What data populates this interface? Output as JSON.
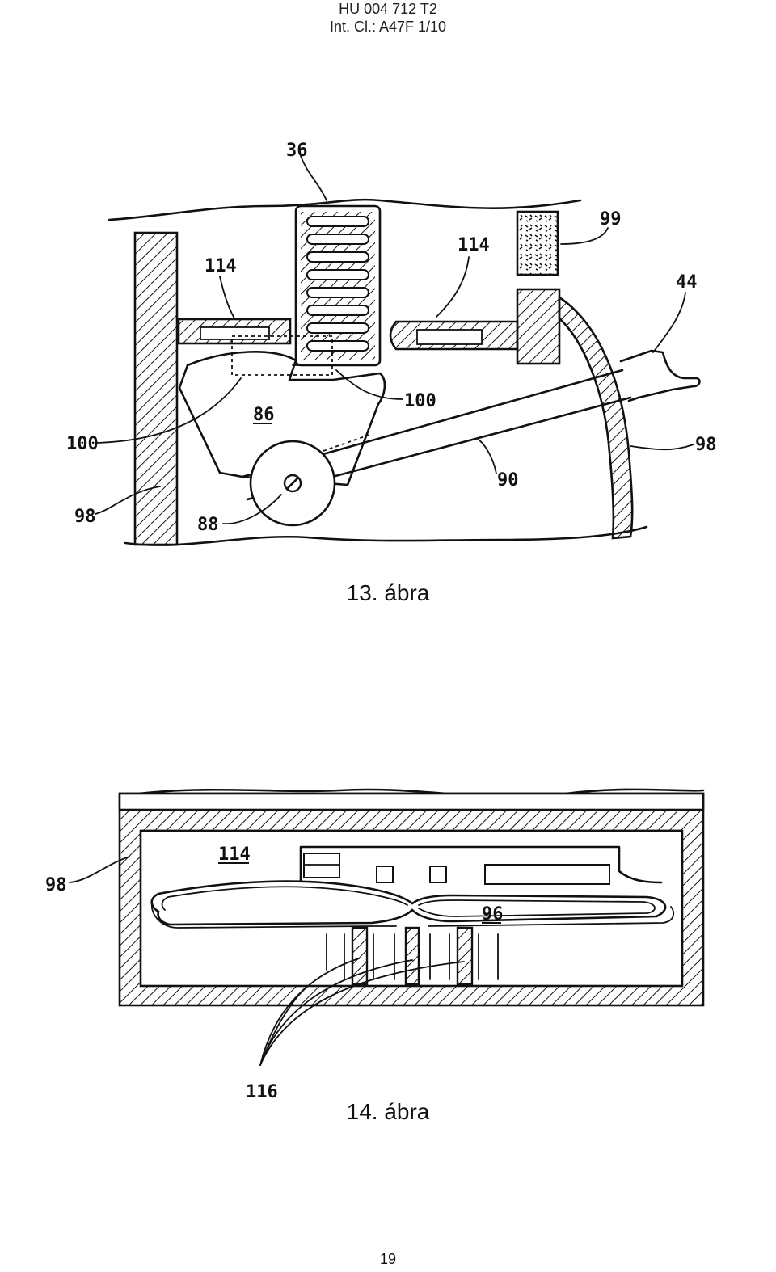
{
  "header": {
    "line1": "HU 004 712 T2",
    "line2": "Int. Cl.: A47F 1/10"
  },
  "figure13": {
    "caption": "13. ábra",
    "labels": {
      "l36": "36",
      "l99": "99",
      "l114a": "114",
      "l114b": "114",
      "l44": "44",
      "l100a": "100",
      "l100b": "100",
      "l86": "86",
      "l98a": "98",
      "l98b": "98",
      "l90": "90",
      "l88": "88"
    }
  },
  "figure14": {
    "caption": "14. ábra",
    "labels": {
      "l98": "98",
      "l114": "114",
      "l96": "96",
      "l116": "116"
    }
  },
  "page_number": "19"
}
